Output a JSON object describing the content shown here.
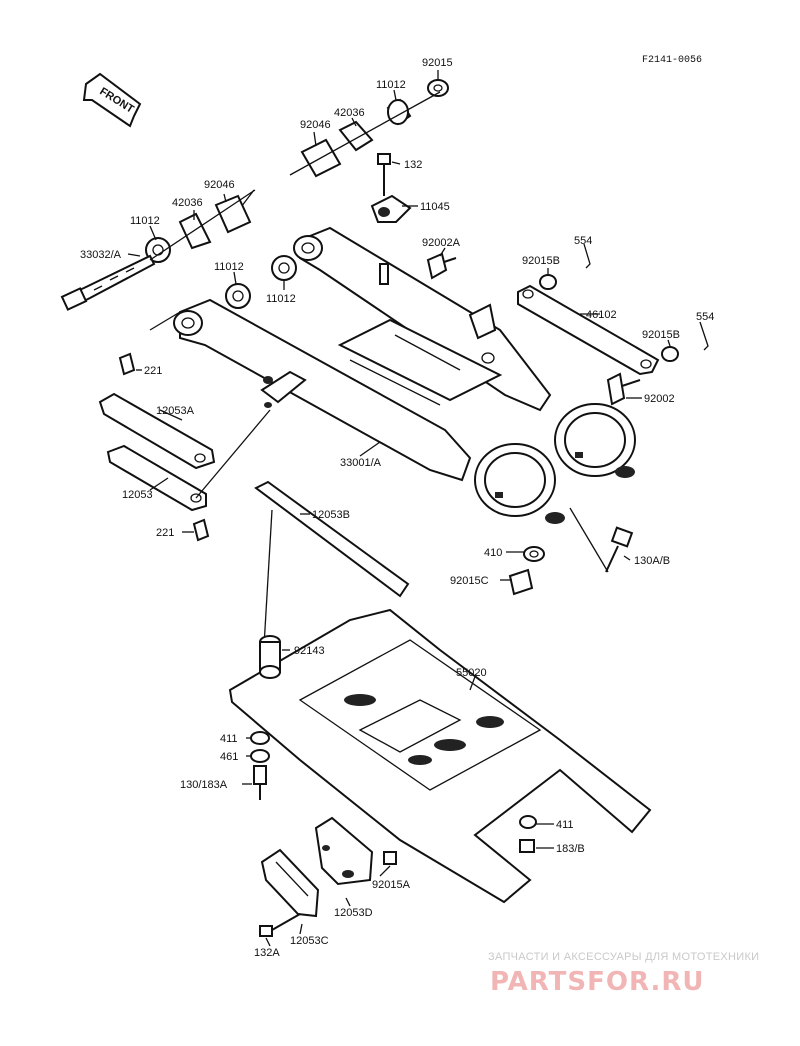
{
  "diagram": {
    "reference_code": "F2141-0056",
    "front_label": "FRONT",
    "watermark": {
      "tagline": "ЗАПЧАСТИ И АКСЕССУАРЫ ДЛЯ МОТОТЕХНИКИ",
      "logo_text": "PARTSFOR.RU"
    },
    "labels": {
      "p92015_top": "92015",
      "p11012_top": "11012",
      "p42036_top": "42036",
      "p92046_top": "92046",
      "p132": "132",
      "p11045": "11045",
      "p92046_left": "92046",
      "p42036_left": "42036",
      "p11012_left": "11012",
      "p33032A": "33032/A",
      "p11012_mid": "11012",
      "p11012_lower": "11012",
      "p92002A": "92002A",
      "p554_top": "554",
      "p92015B_top": "92015B",
      "p46102": "46102",
      "p554_right": "554",
      "p92015B_right": "92015B",
      "p92002": "92002",
      "p221_top": "221",
      "p12053A": "12053A",
      "p12053": "12053",
      "p221_bottom": "221",
      "p33001A": "33001/A",
      "p12053B": "12053B",
      "p410": "410",
      "p130AB": "130A/B",
      "p92015C": "92015C",
      "p92143": "92143",
      "p55020": "55020",
      "p411_left": "411",
      "p461": "461",
      "p130_183A": "130/183A",
      "p411_right": "411",
      "p183B": "183/B",
      "p92015A": "92015A",
      "p12053D": "12053D",
      "p12053C": "12053C",
      "p132A": "132A"
    }
  }
}
